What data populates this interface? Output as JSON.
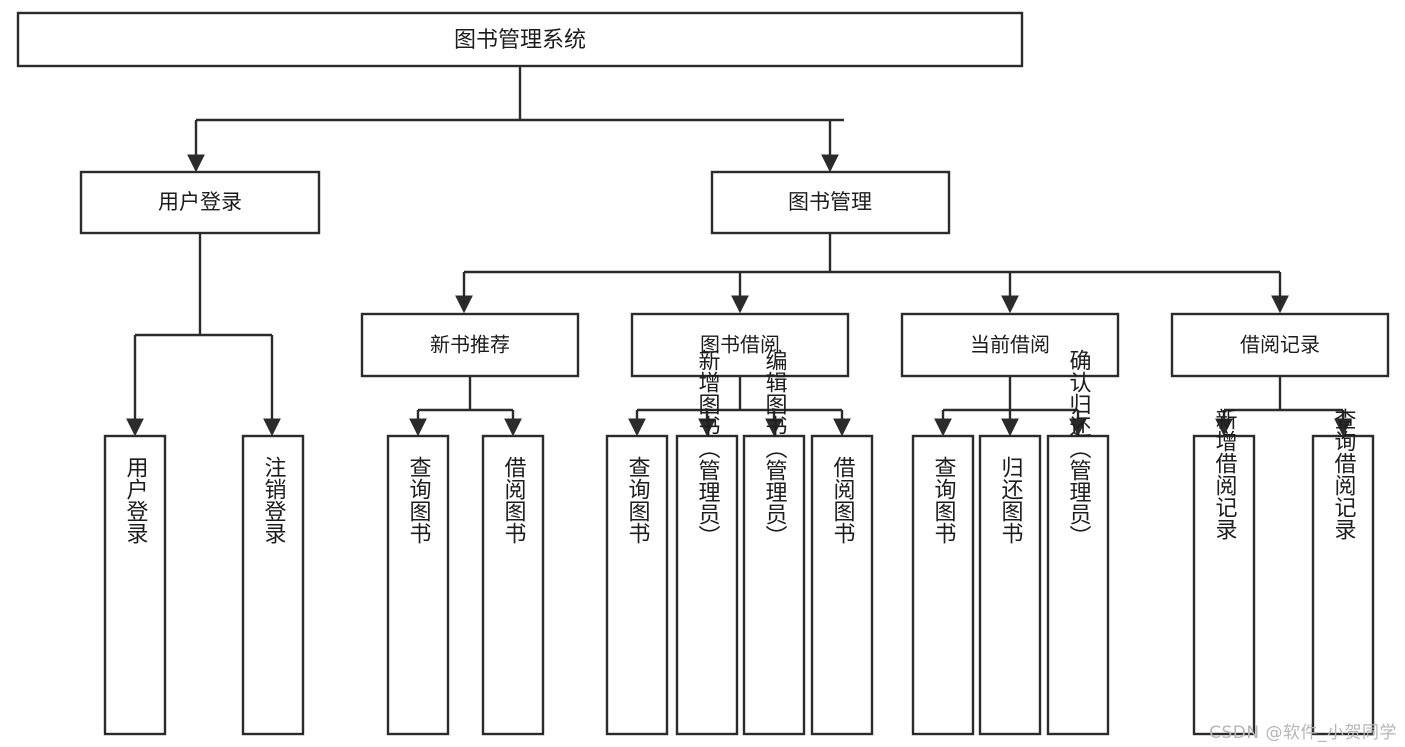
{
  "diagram": {
    "type": "tree",
    "title": "图书管理系统",
    "watermark": "CSDN @软件_小贺同学",
    "colors": {
      "stroke": "#2b2b2b",
      "fill": "#ffffff",
      "text": "#1d1d1d",
      "watermark": "#b6b6b6"
    },
    "root": {
      "label": "图书管理系统"
    },
    "level2": [
      {
        "label": "用户登录"
      },
      {
        "label": "图书管理"
      }
    ],
    "level3": [
      {
        "label": "新书推荐"
      },
      {
        "label": "图书借阅"
      },
      {
        "label": "当前借阅"
      },
      {
        "label": "借阅记录"
      }
    ],
    "leaves": {
      "user_login": [
        {
          "label": "用户登录"
        },
        {
          "label": "注销登录"
        }
      ],
      "new_book_recommend": [
        {
          "label": "查询图书"
        },
        {
          "label": "借阅图书"
        }
      ],
      "book_borrow": [
        {
          "label": "查询图书"
        },
        {
          "label": "新增图书（管理员）"
        },
        {
          "label": "编辑图书（管理员）"
        },
        {
          "label": "借阅图书"
        }
      ],
      "current_borrow": [
        {
          "label": "查询图书"
        },
        {
          "label": "归还图书"
        },
        {
          "label": "确认归还（管理员）"
        }
      ],
      "borrow_record": [
        {
          "label": "新增借阅记录"
        },
        {
          "label": "查询借阅记录"
        }
      ]
    }
  }
}
